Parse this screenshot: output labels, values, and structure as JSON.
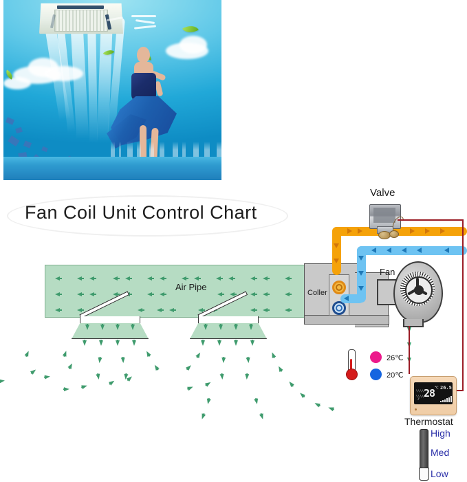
{
  "photo": {
    "alt_name": "air-conditioner-lifestyle-photo",
    "device": "ceiling-cassette-air-conditioner"
  },
  "chart": {
    "title": "Fan Coil Unit Control Chart",
    "labels": {
      "air_pipe": "Air Pipe",
      "coiler": "Coller",
      "fan": "Fan",
      "valve": "Valve",
      "thermostat": "Thermostat"
    },
    "temperatures": [
      {
        "swatch": "hot",
        "value": "26℃",
        "color": "#ec1a8b"
      },
      {
        "swatch": "cold",
        "value": "20℃",
        "color": "#1565e0"
      }
    ],
    "fan_speeds": [
      {
        "label": "High"
      },
      {
        "label": "Med"
      },
      {
        "label": "Low"
      }
    ],
    "selected_speed": "Low",
    "thermostat_display": {
      "temperature": "28",
      "unit": "℃",
      "setpoint": "26.5",
      "signal_bars": 6
    },
    "pipe_colors": {
      "hot_supply": "#f5a209",
      "cold_return": "#6ec3f2",
      "control_wire": "#9b1c26",
      "airflow": "#3f9b6d",
      "duct_fill": "#b6dcc3"
    }
  }
}
